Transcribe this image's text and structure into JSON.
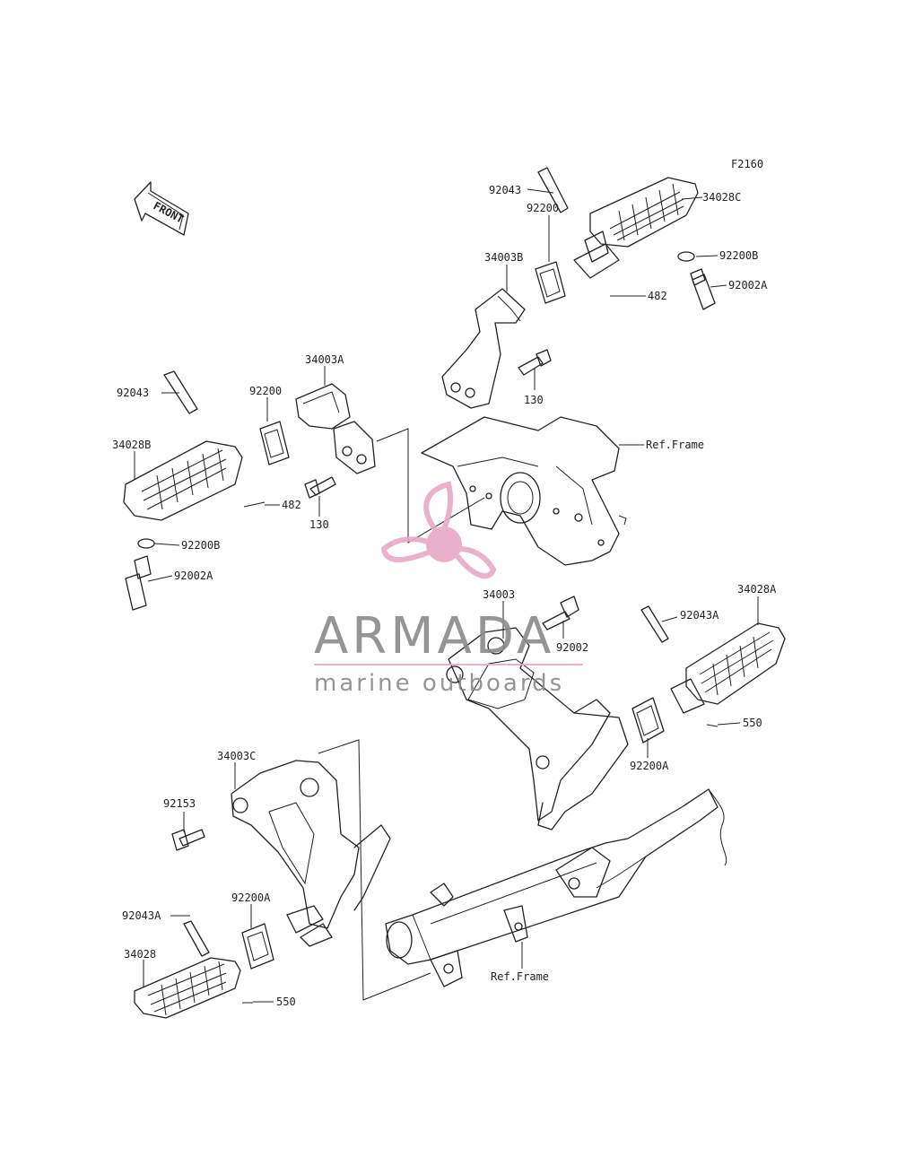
{
  "figure_code": "F2160",
  "front_label": "FRONT",
  "labels": {
    "p92043_top": "92043",
    "p34028C": "34028C",
    "p92200_top": "92200",
    "p34003B": "34003B",
    "p92200B_top": "92200B",
    "p92002A_top": "92002A",
    "p482_top": "482",
    "p130_top": "130",
    "ref_frame_top": "Ref.Frame",
    "p34003A": "34003A",
    "p92043_left": "92043",
    "p92200_left": "92200",
    "p34028B": "34028B",
    "p482_left": "482",
    "p130_left": "130",
    "p92200B_left": "92200B",
    "p92002A_left": "92002A",
    "p34003": "34003",
    "p92002": "92002",
    "p34028A": "34028A",
    "p92043A_right": "92043A",
    "p550_right": "550",
    "p92200A_right": "92200A",
    "p34003C": "34003C",
    "p92153": "92153",
    "p92043A_left": "92043A",
    "p92200A_left": "92200A",
    "p34028": "34028",
    "p550_left": "550",
    "ref_frame_bottom": "Ref.Frame"
  },
  "watermark": {
    "brand": "ARMADA",
    "tagline": "marine outboards",
    "color_pink": "#e8a9c8",
    "color_gray": "#8a8a8a"
  }
}
